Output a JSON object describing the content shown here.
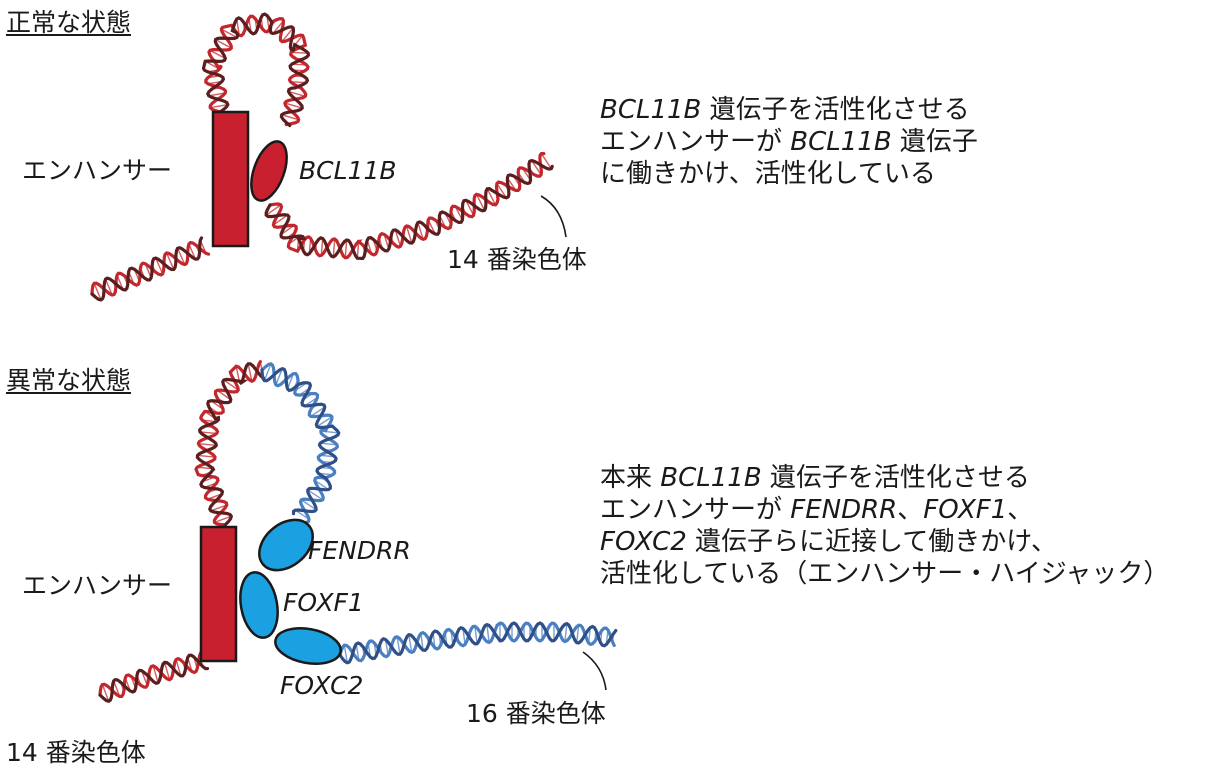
{
  "normal": {
    "heading": "正常な状態",
    "enhancer_label": "エンハンサー",
    "gene_label": "BCL11B",
    "chromosome_label": "14 番染色体",
    "description": [
      [
        {
          "text": "BCL11B",
          "italic": true
        },
        {
          "text": " 遺伝子を活性化させる"
        }
      ],
      [
        {
          "text": "エンハンサーが "
        },
        {
          "text": "BCL11B",
          "italic": true
        },
        {
          "text": " 遺伝子"
        }
      ],
      [
        {
          "text": "に働きかけ、活性化している"
        }
      ]
    ]
  },
  "abnormal": {
    "heading": "異常な状態",
    "enhancer_label": "エンハンサー",
    "gene_labels": {
      "fendrr": "FENDRR",
      "foxf1": "FOXF1",
      "foxc2": "FOXC2"
    },
    "chromosome16_label": "16 番染色体",
    "chromosome14_label": "14 番染色体",
    "description": [
      [
        {
          "text": "本来 "
        },
        {
          "text": "BCL11B",
          "italic": true
        },
        {
          "text": " 遺伝子を活性化させる"
        }
      ],
      [
        {
          "text": "エンハンサーが "
        },
        {
          "text": "FENDRR",
          "italic": true
        },
        {
          "text": "、"
        },
        {
          "text": "FOXF1",
          "italic": true
        },
        {
          "text": "、"
        }
      ],
      [
        {
          "text": "FOXC2",
          "italic": true
        },
        {
          "text": " 遺伝子らに近接して働きかけ、"
        }
      ],
      [
        {
          "text": "活性化している（エンハンサー・ハイジャック）"
        }
      ]
    ]
  },
  "colors": {
    "dna_red_dark": "#5b1e1e",
    "dna_red": "#c2272d",
    "dna_blue_dark": "#2f4f86",
    "dna_blue": "#4a7fc1",
    "enhancer": "#c8202e",
    "gene_red": "#c8202e",
    "gene_blue": "#1ba1e2"
  }
}
